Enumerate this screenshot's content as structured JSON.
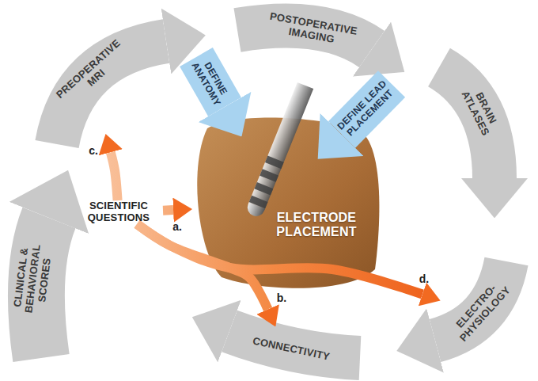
{
  "diagram": {
    "nodes": [
      {
        "text": [
          "PREOPERATIVE MRI"
        ]
      },
      {
        "text": [
          "POSTOPERATIVE IMAGING"
        ]
      },
      {
        "text": [
          "DEFINE ANATOMY"
        ]
      },
      {
        "text": [
          "DEFINE LEAD PLACEMENT"
        ]
      },
      {
        "text": [
          "BRAIN ATLASES"
        ]
      },
      {
        "text": [
          "SCIENTIFIC QUESTIONS"
        ]
      },
      {
        "text": [
          "ELECTRODE PLACEMENT"
        ]
      },
      {
        "text": [
          "CLINICAL & BEHAVIORAL SCORES"
        ]
      },
      {
        "text": [
          "ELECTRO- PHYSIOLOGY"
        ]
      },
      {
        "text": [
          "CONNECTIVITY"
        ]
      }
    ],
    "edges": [
      {
        "from": 5,
        "to": 6,
        "arrow": "to",
        "label": "a."
      },
      {
        "from": 5,
        "to": 9,
        "arrow": "to",
        "label": "b."
      },
      {
        "from": 5,
        "to": 0,
        "arrow": "to",
        "label": "c."
      },
      {
        "from": 5,
        "to": 8,
        "arrow": "to",
        "label": "d."
      }
    ]
  }
}
